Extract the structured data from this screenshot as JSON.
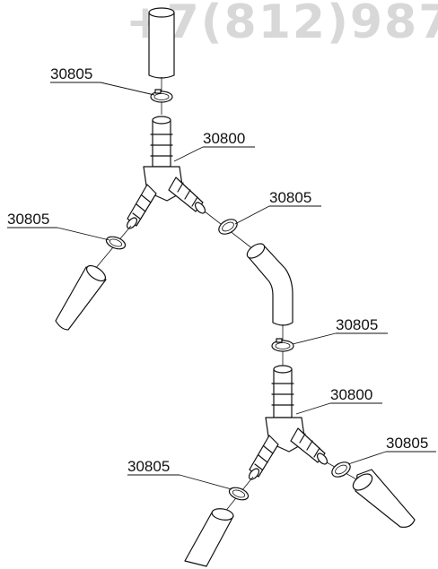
{
  "watermark": "+7(812)987",
  "labels": {
    "clamp_top": "30805",
    "tee_upper": "30800",
    "clamp_right_upper": "30805",
    "clamp_left_upper": "30805",
    "clamp_mid": "30805",
    "tee_lower": "30800",
    "clamp_right_lower": "30805",
    "clamp_left_lower": "30805"
  }
}
